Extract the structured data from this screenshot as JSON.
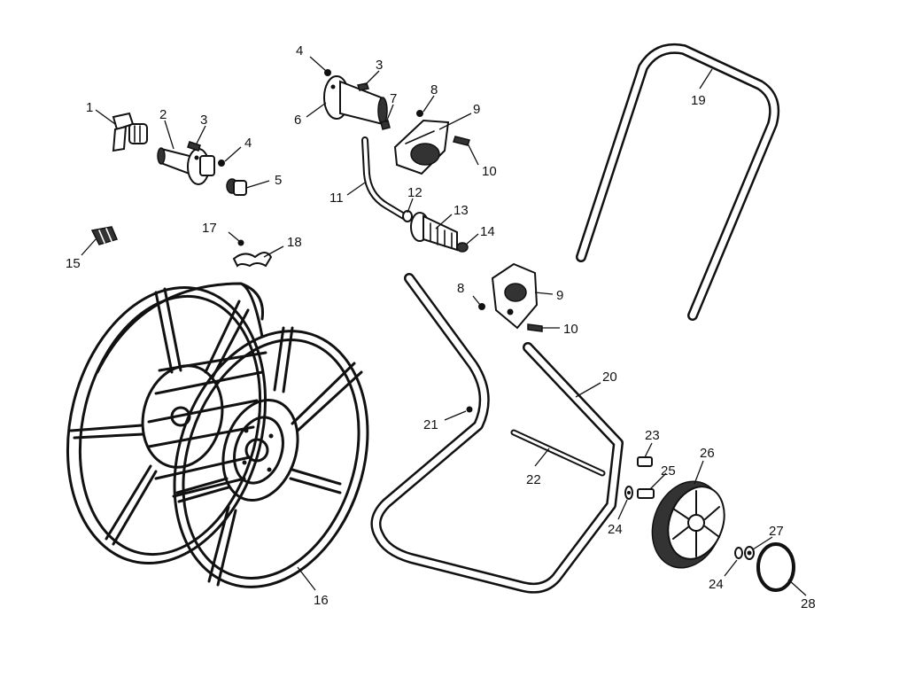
{
  "labels": {
    "p1": "1",
    "p2": "2",
    "p3a": "3",
    "p3b": "3",
    "p4a": "4",
    "p4b": "4",
    "p5": "5",
    "p6": "6",
    "p7": "7",
    "p8a": "8",
    "p8b": "8",
    "p9a": "9",
    "p9b": "9",
    "p10a": "10",
    "p10b": "10",
    "p11": "11",
    "p12": "12",
    "p13": "13",
    "p14": "14",
    "p15": "15",
    "p16": "16",
    "p17": "17",
    "p18": "18",
    "p19": "19",
    "p20": "20",
    "p21": "21",
    "p22": "22",
    "p23": "23",
    "p24a": "24",
    "p24b": "24",
    "p25": "25",
    "p26": "26",
    "p27": "27",
    "p28": "28"
  }
}
